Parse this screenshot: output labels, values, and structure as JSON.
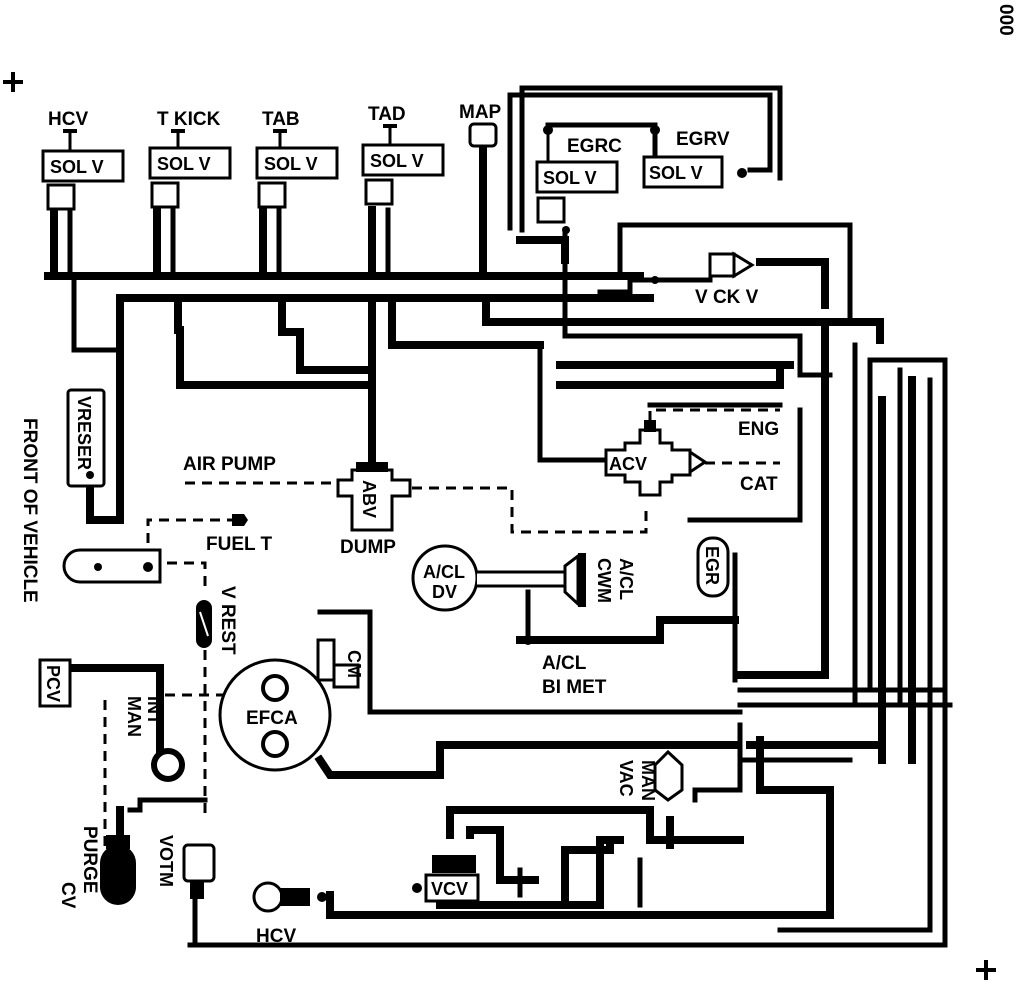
{
  "corner_code": "000",
  "side_label": "FRONT OF VEHICLE",
  "solenoids": {
    "hcv": {
      "name": "HCV",
      "box": "SOL V"
    },
    "tkick": {
      "name": "T KICK",
      "box": "SOL V"
    },
    "tab": {
      "name": "TAB",
      "box": "SOL V"
    },
    "tad": {
      "name": "TAD",
      "box": "SOL V"
    },
    "egrc": {
      "name": "EGRC",
      "box": "SOL V"
    },
    "egrv": {
      "name": "EGRV",
      "box": "SOL V"
    }
  },
  "labels": {
    "map": "MAP",
    "vckv": "V CK V",
    "vreser": "VRESER",
    "air_pump": "AIR PUMP",
    "abv": "ABV",
    "dump": "DUMP",
    "acv": "ACV",
    "eng": "ENG",
    "cat": "CAT",
    "egr": "EGR",
    "fuel_t": "FUEL T",
    "v_rest": "V REST",
    "acl_dv_top": "A/CL",
    "acl_dv_bottom": "DV",
    "acl_cwm_top": "A/CL",
    "acl_cwm_bottom": "CWM",
    "acl_bimet_top": "A/CL",
    "acl_bimet_bottom": "BI MET",
    "cm": "CM",
    "efca": "EFCA",
    "pcv": "PCV",
    "int_man_top": "INT",
    "int_man_bottom": "MAN",
    "man_vac_top": "MAN",
    "man_vac_bottom": "VAC",
    "purge_cv_top": "PURGE",
    "purge_cv_bottom": "CV",
    "votm": "VOTM",
    "vcv": "VCV",
    "hcv_bottom": "HCV"
  }
}
